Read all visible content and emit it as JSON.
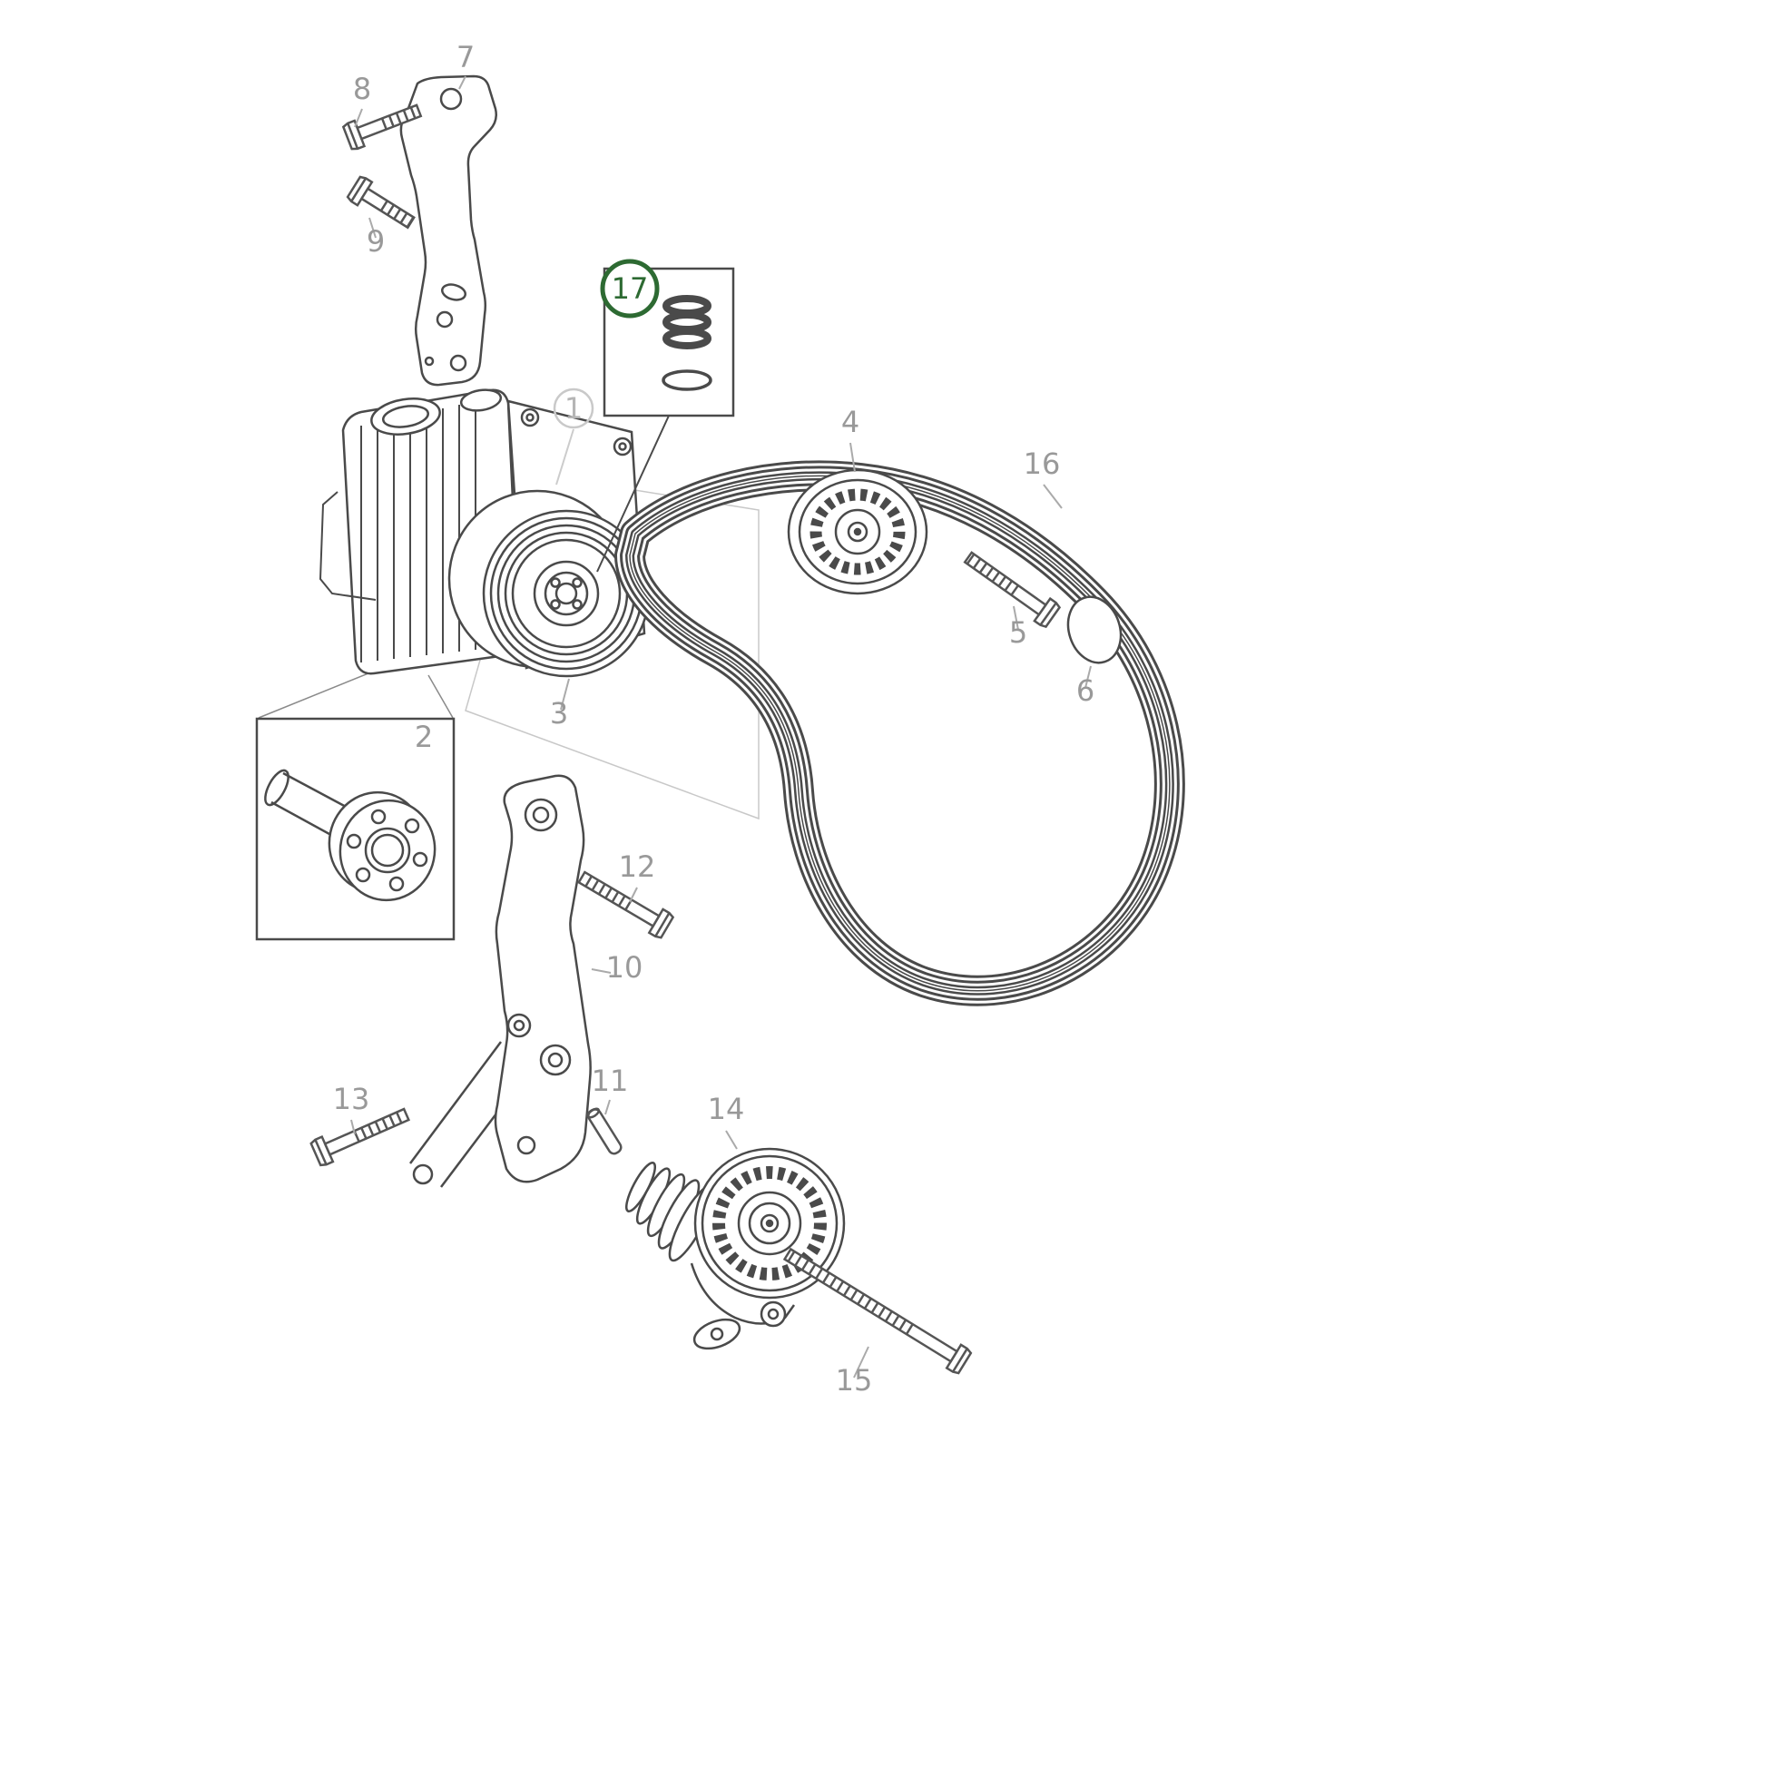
{
  "diagram": {
    "type": "exploded-parts-diagram",
    "background": "#ffffff",
    "line_color": "#4a4a4a",
    "faint_line_color": "#c8c8c8",
    "label_color": "#999999",
    "highlight_color": "#2d6a32",
    "highlighted_part": "17",
    "parts": {
      "p1": "1",
      "p2": "2",
      "p3": "3",
      "p4": "4",
      "p5": "5",
      "p6": "6",
      "p7": "7",
      "p8": "8",
      "p9": "9",
      "p10": "10",
      "p11": "11",
      "p12": "12",
      "p13": "13",
      "p14": "14",
      "p15": "15",
      "p16": "16",
      "p17": "17"
    }
  }
}
